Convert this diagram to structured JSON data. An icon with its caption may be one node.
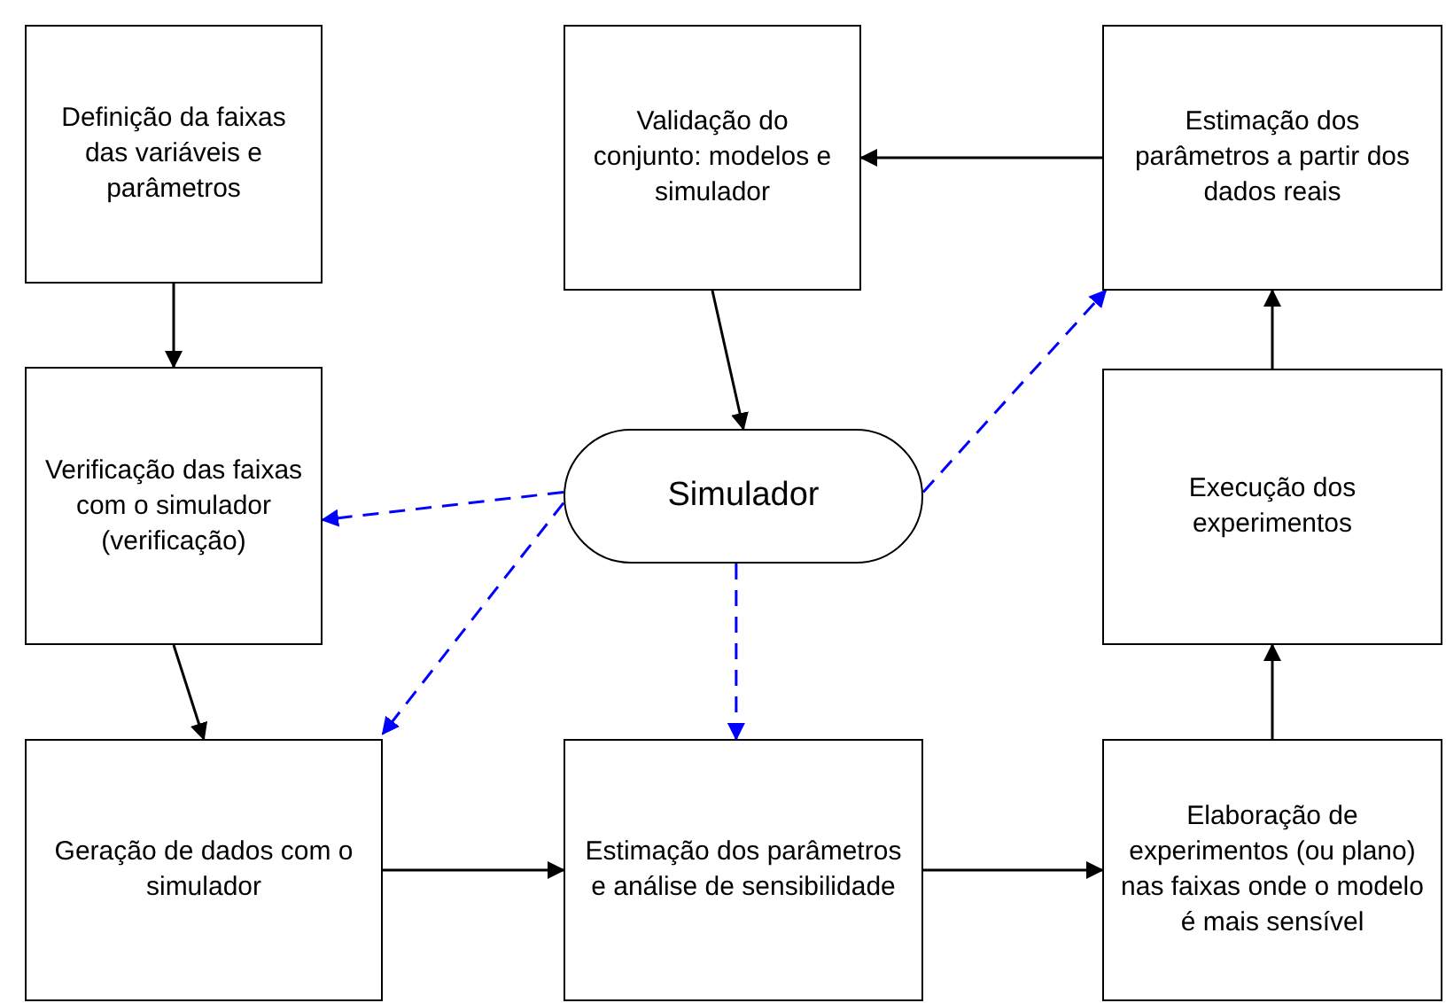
{
  "diagram": {
    "nodes": [
      {
        "text": [
          "Definição da faixas das variáveis e parâmetros"
        ]
      },
      {
        "text": [
          "Validação do conjunto: modelos e simulador"
        ]
      },
      {
        "text": [
          "Estimação dos parâmetros a partir dos dados reais"
        ]
      },
      {
        "text": [
          "Verificação das faixas com o simulador (verificação)"
        ]
      },
      {
        "text": [
          "Simulador"
        ]
      },
      {
        "text": [
          "Execução dos experimentos"
        ]
      },
      {
        "text": [
          "Geração de dados com o simulador"
        ]
      },
      {
        "text": [
          "Estimação dos parâmetros e análise de sensibilidade"
        ]
      },
      {
        "text": [
          "Elaboração de experimentos (ou plano) nas faixas onde o modelo é mais sensível"
        ]
      }
    ],
    "edges": [
      {
        "from": 0,
        "to": 3,
        "arrow": "to"
      },
      {
        "from": 3,
        "to": 6,
        "arrow": "to"
      },
      {
        "from": 6,
        "to": 7,
        "arrow": "to"
      },
      {
        "from": 7,
        "to": 8,
        "arrow": "to"
      },
      {
        "from": 8,
        "to": 5,
        "arrow": "to"
      },
      {
        "from": 5,
        "to": 2,
        "arrow": "to"
      },
      {
        "from": 2,
        "to": 1,
        "arrow": "to"
      },
      {
        "from": 1,
        "to": 4,
        "arrow": "to"
      },
      {
        "from": 4,
        "to": 3,
        "arrow": "to",
        "style": "dashed",
        "color": "#0000ff"
      },
      {
        "from": 4,
        "to": 6,
        "arrow": "to",
        "style": "dashed",
        "color": "#0000ff"
      },
      {
        "from": 4,
        "to": 7,
        "arrow": "to",
        "style": "dashed",
        "color": "#0000ff"
      },
      {
        "from": 4,
        "to": 2,
        "arrow": "to",
        "style": "dashed",
        "color": "#0000ff"
      }
    ]
  }
}
